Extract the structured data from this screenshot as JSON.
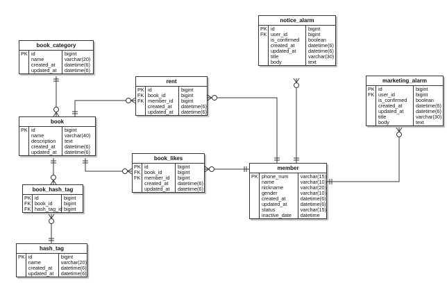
{
  "tables": [
    {
      "name": "book_category",
      "columns": [
        {
          "key": "PK",
          "name": "id",
          "type": "bigint"
        },
        {
          "key": "",
          "name": "name",
          "type": "varchar(20)"
        },
        {
          "key": "",
          "name": "created_at",
          "type": "datetime(6)"
        },
        {
          "key": "",
          "name": "updated_at",
          "type": "datetime(6)"
        }
      ]
    },
    {
      "name": "rent",
      "columns": [
        {
          "key": "PK",
          "name": "id",
          "type": "bigint"
        },
        {
          "key": "FK",
          "name": "book_id",
          "type": "bigint"
        },
        {
          "key": "FK",
          "name": "member_id",
          "type": "bigint"
        },
        {
          "key": "",
          "name": "created_at",
          "type": "datetime(6)"
        },
        {
          "key": "",
          "name": "updated_at",
          "type": "datetime(6)"
        }
      ]
    },
    {
      "name": "notice_alarm",
      "columns": [
        {
          "key": "PK",
          "name": "id",
          "type": "bigint"
        },
        {
          "key": "FK",
          "name": "user_id",
          "type": "bigint"
        },
        {
          "key": "",
          "name": "is_confirmed",
          "type": "boolean"
        },
        {
          "key": "",
          "name": "created_at",
          "type": "datetime(6)"
        },
        {
          "key": "",
          "name": "updated_at",
          "type": "datetime(6)"
        },
        {
          "key": "",
          "name": "title",
          "type": "varchar(30)"
        },
        {
          "key": "",
          "name": "body",
          "type": "text"
        }
      ]
    },
    {
      "name": "marketing_alarm",
      "columns": [
        {
          "key": "PK",
          "name": "id",
          "type": "bigint"
        },
        {
          "key": "FK",
          "name": "user_id",
          "type": "bigint"
        },
        {
          "key": "",
          "name": "is_confirmed",
          "type": "boolean"
        },
        {
          "key": "",
          "name": "created_at",
          "type": "datetime(6)"
        },
        {
          "key": "",
          "name": "updated_at",
          "type": "datetime(6)"
        },
        {
          "key": "",
          "name": "title",
          "type": "varchar(30)"
        },
        {
          "key": "",
          "name": "body",
          "type": "text"
        }
      ]
    },
    {
      "name": "book",
      "columns": [
        {
          "key": "PK",
          "name": "id",
          "type": "bigint"
        },
        {
          "key": "",
          "name": "name",
          "type": "varchar(40)"
        },
        {
          "key": "",
          "name": "description",
          "type": "text"
        },
        {
          "key": "",
          "name": "created_at",
          "type": "datetime(6)"
        },
        {
          "key": "",
          "name": "updated_at",
          "type": "datetime(6)"
        }
      ]
    },
    {
      "name": "book_likes",
      "columns": [
        {
          "key": "PK",
          "name": "id",
          "type": "bigint"
        },
        {
          "key": "FK",
          "name": "book_id",
          "type": "bigint"
        },
        {
          "key": "FK",
          "name": "member_id",
          "type": "bigint"
        },
        {
          "key": "",
          "name": "created_at",
          "type": "datetime(6)"
        },
        {
          "key": "",
          "name": "updated_at",
          "type": "datetime(6)"
        }
      ]
    },
    {
      "name": "member",
      "columns": [
        {
          "key": "PK",
          "name": "phone_num",
          "type": "varchar(15)"
        },
        {
          "key": "",
          "name": "name",
          "type": "varchar(10)"
        },
        {
          "key": "",
          "name": "nickname",
          "type": "varchar(20)"
        },
        {
          "key": "",
          "name": "gender",
          "type": "varchar(10)"
        },
        {
          "key": "",
          "name": "created_at",
          "type": "datetime(6)"
        },
        {
          "key": "",
          "name": "updated_at",
          "type": "datetime(6)"
        },
        {
          "key": "",
          "name": "status",
          "type": "varchar(15)"
        },
        {
          "key": "",
          "name": "inactive_date",
          "type": "datetime"
        }
      ]
    },
    {
      "name": "book_hash_tag",
      "columns": [
        {
          "key": "PK",
          "name": "id",
          "type": "bigint"
        },
        {
          "key": "FK",
          "name": "book_id",
          "type": "bigint"
        },
        {
          "key": "FK",
          "name": "hash_tag_id",
          "type": "bigint"
        }
      ]
    },
    {
      "name": "hash_tag",
      "columns": [
        {
          "key": "PK",
          "name": "id",
          "type": "bigint"
        },
        {
          "key": "",
          "name": "name",
          "type": "varchar(20)"
        },
        {
          "key": "",
          "name": "created_at",
          "type": "datetime(6)"
        },
        {
          "key": "",
          "name": "updated_at",
          "type": "datetime(6)"
        }
      ]
    }
  ],
  "relationships": [
    {
      "from": "book_category",
      "to": "book",
      "from_end": "one",
      "to_end": "zero-or-many"
    },
    {
      "from": "book",
      "to": "rent",
      "from_end": "one",
      "to_end": "zero-or-many"
    },
    {
      "from": "member",
      "to": "rent",
      "from_end": "one",
      "to_end": "zero-or-many"
    },
    {
      "from": "member",
      "to": "notice_alarm",
      "from_end": "one",
      "to_end": "zero-or-many"
    },
    {
      "from": "member",
      "to": "marketing_alarm",
      "from_end": "one",
      "to_end": "zero-or-many"
    },
    {
      "from": "book",
      "to": "book_likes",
      "from_end": "one",
      "to_end": "zero-or-many"
    },
    {
      "from": "member",
      "to": "book_likes",
      "from_end": "one",
      "to_end": "zero-or-many"
    },
    {
      "from": "book",
      "to": "book_hash_tag",
      "from_end": "one",
      "to_end": "zero-or-many"
    },
    {
      "from": "hash_tag",
      "to": "book_hash_tag",
      "from_end": "one",
      "to_end": "zero-or-many"
    }
  ]
}
